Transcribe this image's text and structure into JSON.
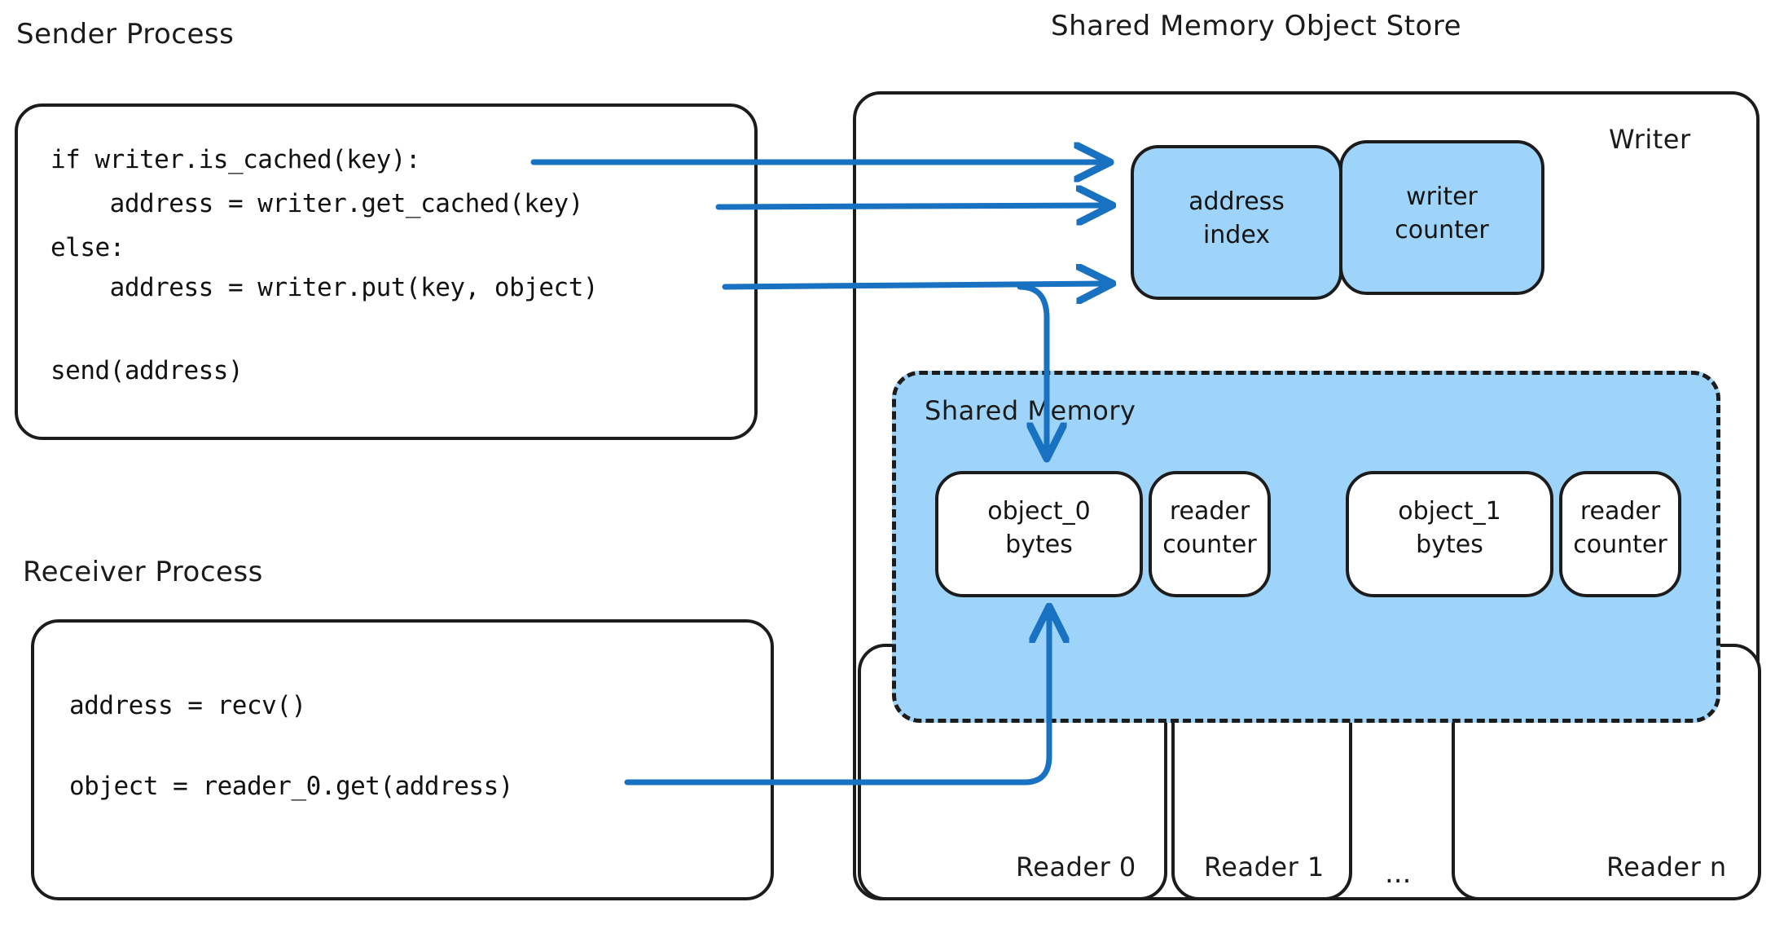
{
  "diagram": {
    "title": "Shared Memory Object Store",
    "accent_blue": "#1971c2",
    "fill_blue": "#9fd4fa",
    "stroke_dark": "#1c1c1c"
  },
  "sender": {
    "label": "Sender Process",
    "code_lines": [
      "if writer.is_cached(key):",
      "    address = writer.get_cached(key)",
      "else:",
      "    address = writer.put(key, object)",
      "",
      "send(address)"
    ]
  },
  "receiver": {
    "label": "Receiver Process",
    "code_lines": [
      "address = recv()",
      "object = reader_0.get(address)"
    ]
  },
  "store": {
    "title": "Shared Memory Object Store",
    "writer_label": "Writer",
    "writer_boxes": [
      {
        "name": "address-index",
        "text": "address\nindex"
      },
      {
        "name": "writer-counter",
        "text": "writer\ncounter"
      }
    ],
    "shared_memory": {
      "label": "Shared Memory",
      "slots": [
        {
          "object": {
            "name": "object-0-bytes",
            "text": "object_0\nbytes"
          },
          "counter": {
            "name": "reader-counter-0",
            "text": "reader\ncounter"
          }
        },
        {
          "object": {
            "name": "object-1-bytes",
            "text": "object_1\nbytes"
          },
          "counter": {
            "name": "reader-counter-1",
            "text": "reader\ncounter"
          }
        }
      ]
    },
    "readers": [
      {
        "name": "reader-0",
        "label": "Reader 0"
      },
      {
        "name": "reader-1",
        "label": "Reader 1"
      },
      {
        "name": "reader-n",
        "label": "Reader n"
      }
    ],
    "readers_ellipsis": "..."
  },
  "connections": [
    {
      "name": "is-cached-to-address-index",
      "from": "if writer.is_cached(key):",
      "to": "address index"
    },
    {
      "name": "get-cached-to-address-index",
      "from": "address = writer.get_cached(key)",
      "to": "address index"
    },
    {
      "name": "put-to-address-index",
      "from": "address = writer.put(key, object)",
      "to": "address index"
    },
    {
      "name": "put-to-object-0-bytes",
      "from": "address = writer.put(key, object)",
      "to": "object_0 bytes"
    },
    {
      "name": "reader-get-to-object-0-bytes",
      "from": "object = reader_0.get(address)",
      "to": "object_0 bytes"
    }
  ]
}
